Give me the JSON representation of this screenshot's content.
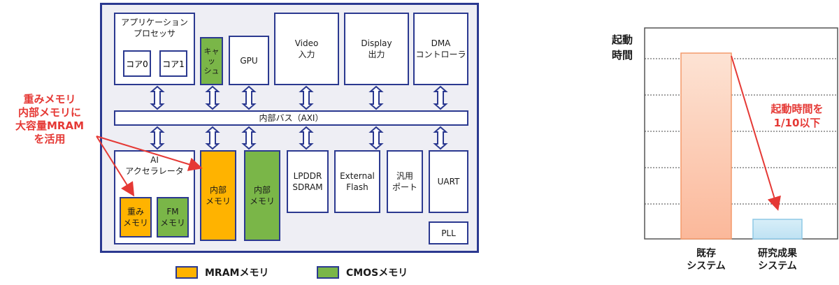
{
  "annotation_left": "重みメモリ\n内部メモリに\n大容量MRAM\nを活用",
  "blocks": {
    "app_processor": "アプリケーション\nプロセッサ",
    "core0": "コア0",
    "core1": "コア1",
    "cache": "キャッ\nシュ",
    "gpu": "GPU",
    "video_in": "Video\n入力",
    "display_out": "Display\n出力",
    "dma": "DMA\nコントローラ",
    "bus": "内部バス（AXI）",
    "ai_accel": "AI\nアクセラレータ",
    "weight_mem": "重み\nメモリ",
    "fm_mem": "FM\nメモリ",
    "internal_mem_mram": "内部\nメモリ",
    "internal_mem_cmos": "内部\nメモリ",
    "lpddr": "LPDDR\nSDRAM",
    "ext_flash": "External\nFlash",
    "gp_port": "汎用\nポート",
    "uart": "UART",
    "pll": "PLL"
  },
  "legend": [
    {
      "label": "MRAMメモリ",
      "color": "#ffb300"
    },
    {
      "label": "CMOSメモリ",
      "color": "#7ab648"
    }
  ],
  "chart": {
    "ylabel": "起動\n時間",
    "annotation": "起動時間を\n1/10以下",
    "bars": [
      {
        "label": "既存\nシステム",
        "value": 1.0
      },
      {
        "label": "研究成果\nシステム",
        "value": 0.1
      }
    ]
  },
  "chart_data": {
    "type": "bar",
    "categories": [
      "既存\nシステム",
      "研究成果\nシステム"
    ],
    "values": [
      1.0,
      0.1
    ],
    "ylabel": "起動\n時間",
    "grid": true
  }
}
